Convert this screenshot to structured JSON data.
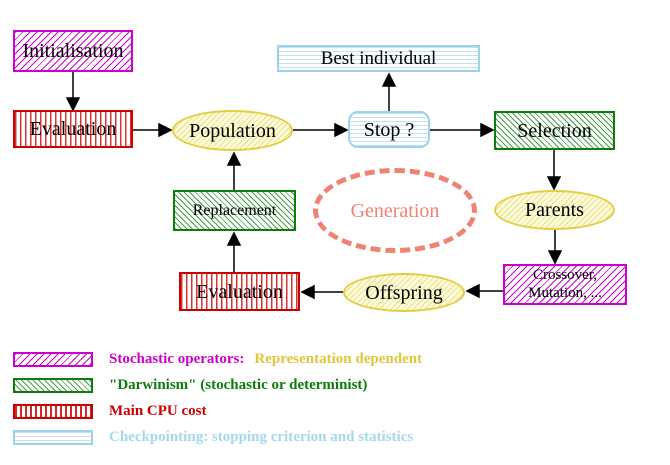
{
  "nodes": {
    "initialisation": {
      "label": "Initialisation"
    },
    "evaluation_top": {
      "label": "Evaluation"
    },
    "population": {
      "label": "Population"
    },
    "stop": {
      "label": "Stop ?"
    },
    "best_individual": {
      "label": "Best individual"
    },
    "selection": {
      "label": "Selection"
    },
    "parents": {
      "label": "Parents"
    },
    "crossover_mutation": {
      "line1": "Crossover,",
      "line2": "Mutation, ..."
    },
    "offspring": {
      "label": "Offspring"
    },
    "evaluation_bottom": {
      "label": "Evaluation"
    },
    "replacement": {
      "label": "Replacement"
    },
    "generation": {
      "label": "Generation"
    }
  },
  "edges": [
    {
      "from": "initialisation",
      "to": "evaluation_top"
    },
    {
      "from": "evaluation_top",
      "to": "population"
    },
    {
      "from": "population",
      "to": "stop"
    },
    {
      "from": "stop",
      "to": "best_individual"
    },
    {
      "from": "stop",
      "to": "selection"
    },
    {
      "from": "selection",
      "to": "parents"
    },
    {
      "from": "parents",
      "to": "crossover_mutation"
    },
    {
      "from": "crossover_mutation",
      "to": "offspring"
    },
    {
      "from": "offspring",
      "to": "evaluation_bottom"
    },
    {
      "from": "evaluation_bottom",
      "to": "replacement"
    },
    {
      "from": "replacement",
      "to": "population"
    }
  ],
  "legend": {
    "rows": [
      {
        "swatch": "magenta-hatch",
        "text1": "Stochastic operators:",
        "text2": "Representation dependent"
      },
      {
        "swatch": "green-hatch",
        "text1": "\"Darwinism\" (stochastic or determinist)"
      },
      {
        "swatch": "red-vertical-stripes",
        "text1": "Main CPU cost"
      },
      {
        "swatch": "cyan-horizontal-stripes",
        "text1": "Checkpointing: stopping criterion and statistics"
      }
    ]
  },
  "colors": {
    "magenta": "#cc00cc",
    "red": "#cc0000",
    "green": "#0b7d0b",
    "cyan_border": "#9fd2ea",
    "cyan_stripe": "#bfe2f2",
    "cyan_text": "#a5d8ee",
    "yellow_border": "#e2ce44",
    "yellow_stripe": "#eadf8a",
    "yellow_fill": "#fffcdc",
    "legend_yellow": "#ddc83c",
    "salmon": "#ef8272"
  }
}
